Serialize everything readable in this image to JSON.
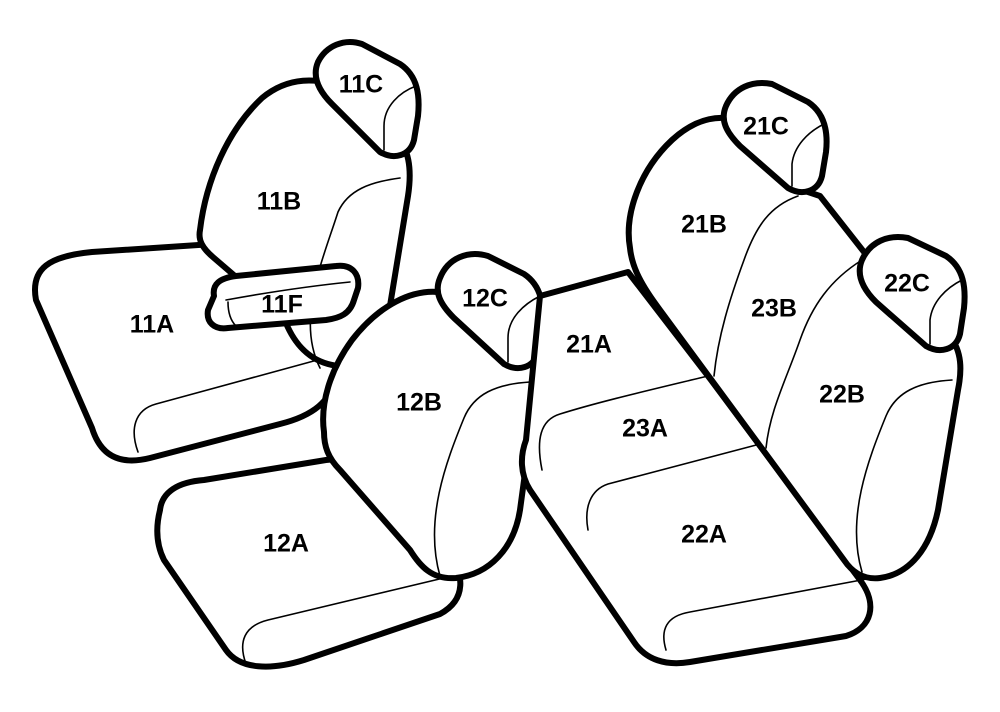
{
  "labels": {
    "11A": "11A",
    "11B": "11B",
    "11C": "11C",
    "11F": "11F",
    "12A": "12A",
    "12B": "12B",
    "12C": "12C",
    "21A": "21A",
    "21B": "21B",
    "21C": "21C",
    "22A": "22A",
    "22B": "22B",
    "22C": "22C",
    "23A": "23A",
    "23B": "23B"
  },
  "colors": {
    "line": "#000000",
    "background": "#ffffff"
  }
}
